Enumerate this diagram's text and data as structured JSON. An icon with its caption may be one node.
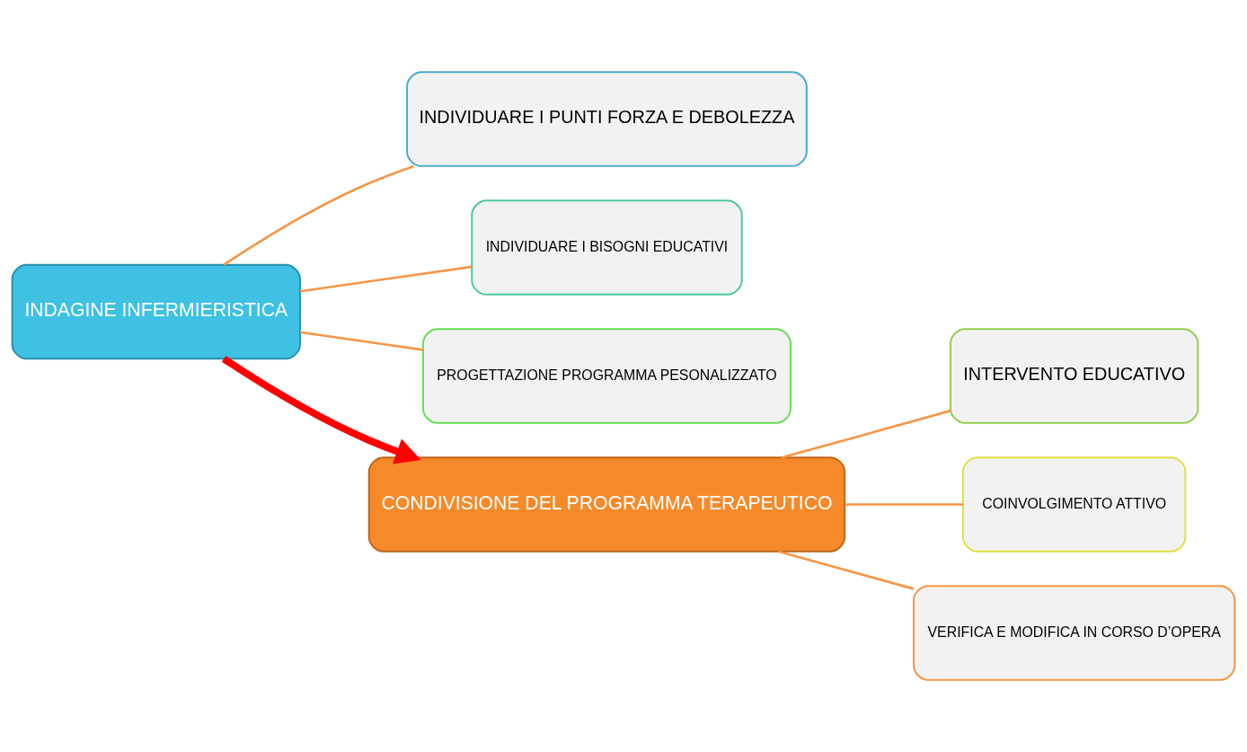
{
  "diagram": {
    "nodes": [
      {
        "text": [
          "INDAGINE INFERMIERISTICA"
        ]
      },
      {
        "text": [
          "INDIVIDUARE I PUNTI FORZA E DEBOLEZZA"
        ]
      },
      {
        "text": [
          "INDIVIDUARE I BISOGNI EDUCATIVI"
        ]
      },
      {
        "text": [
          "PROGETTAZIONE PROGRAMMA PESONALIZZATO"
        ]
      },
      {
        "text": [
          "CONDIVISIONE DEL PROGRAMMA TERAPEUTICO"
        ]
      },
      {
        "text": [
          "INTERVENTO EDUCATIVO"
        ]
      },
      {
        "text": [
          "COINVOLGIMENTO ATTIVO"
        ]
      },
      {
        "text": [
          "VERIFICA E MODIFICA IN CORSO D’OPERA"
        ]
      }
    ],
    "edges": [
      {
        "from": 0,
        "to": 1,
        "arrow": "none"
      },
      {
        "from": 0,
        "to": 2,
        "arrow": "none"
      },
      {
        "from": 0,
        "to": 3,
        "arrow": "none"
      },
      {
        "from": 0,
        "to": 4,
        "arrow": "to",
        "style": "thick",
        "color": "#ff0000"
      },
      {
        "from": 4,
        "to": 5,
        "arrow": "none"
      },
      {
        "from": 4,
        "to": 6,
        "arrow": "none"
      },
      {
        "from": 4,
        "to": 7,
        "arrow": "none"
      }
    ]
  }
}
